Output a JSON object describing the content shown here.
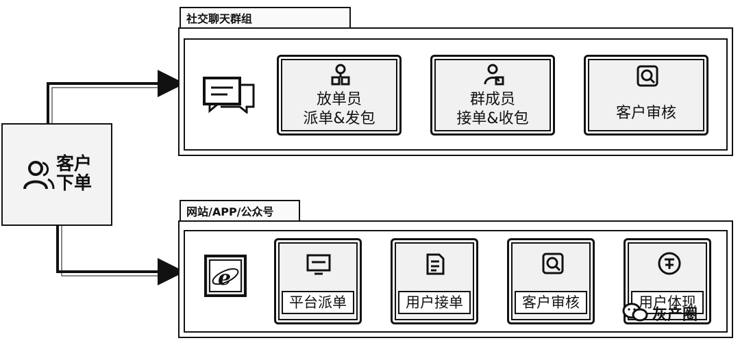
{
  "customer": {
    "line1": "客户",
    "line2": "下单"
  },
  "top_group": {
    "title": "社交聊天群组",
    "steps": [
      {
        "line1": "放单员",
        "line2": "派单&发包",
        "icon": "user-org-icon"
      },
      {
        "line1": "群成员",
        "line2": "接单&收包",
        "icon": "user-task-icon"
      },
      {
        "line1": "客户审核",
        "line2": "",
        "icon": "review-search-icon"
      }
    ]
  },
  "bottom_group": {
    "title": "网站/APP/公众号",
    "steps": [
      {
        "label": "平台派单",
        "icon": "monitor-icon"
      },
      {
        "label": "用户接单",
        "icon": "document-edit-icon"
      },
      {
        "label": "客户审核",
        "icon": "review-search-icon"
      },
      {
        "label": "用户体现",
        "icon": "payment-icon"
      }
    ]
  },
  "watermark": "灰产圈"
}
